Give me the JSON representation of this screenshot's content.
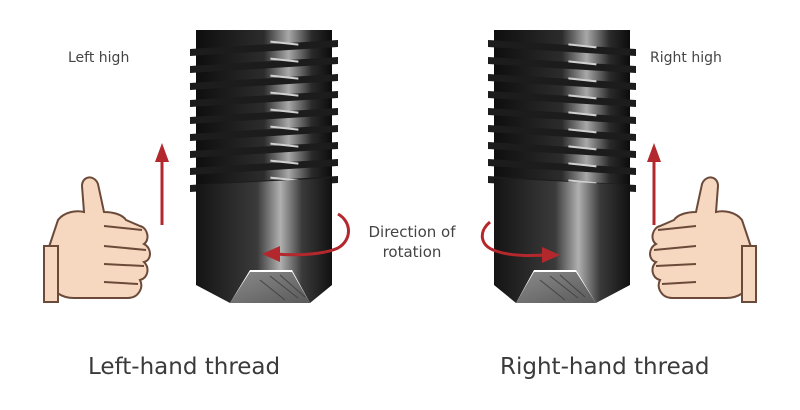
{
  "labels": {
    "left_high": "Left high",
    "right_high": "Right high",
    "direction_line1": "Direction of",
    "direction_line2": "rotation",
    "left_caption": "Left-hand thread",
    "right_caption": "Right-hand thread"
  },
  "colors": {
    "arrow": "#b3282d",
    "screw_dark": "#1a1a1a",
    "screw_light": "#9a9a9a",
    "skin": "#f6d7bf",
    "skin_outline": "#6b4a3a",
    "text": "#444444"
  },
  "icons": {
    "left_hand": "thumbs-up-icon",
    "right_hand": "thumbs-up-icon",
    "arrow_up": "arrow-up-icon",
    "rotation": "rotation-arrow-icon"
  }
}
